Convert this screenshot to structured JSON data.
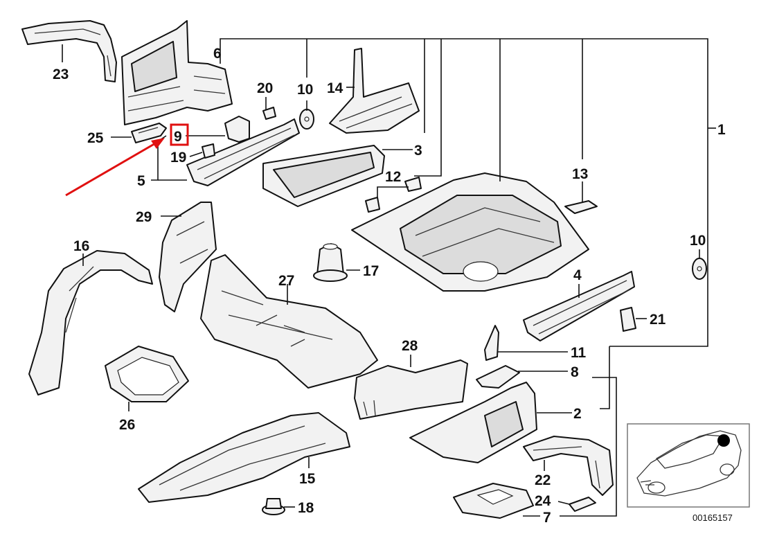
{
  "diagram": {
    "callouts": {
      "c1": "1",
      "c2": "2",
      "c3": "3",
      "c4": "4",
      "c5": "5",
      "c6": "6",
      "c7": "7",
      "c8": "8",
      "c9": "9",
      "c10a": "10",
      "c10b": "10",
      "c11": "11",
      "c12": "12",
      "c13": "13",
      "c14": "14",
      "c15": "15",
      "c16": "16",
      "c17": "17",
      "c18": "18",
      "c19": "19",
      "c20": "20",
      "c21": "21",
      "c22": "22",
      "c23": "23",
      "c24": "24",
      "c25": "25",
      "c26": "26",
      "c27": "27",
      "c28": "28",
      "c29": "29"
    },
    "highlighted_callout": "9",
    "highlight_color": "#e01010",
    "reference_number": "00165157",
    "inset": {
      "subject": "car-body-outline",
      "marker_color": "#000000"
    }
  }
}
